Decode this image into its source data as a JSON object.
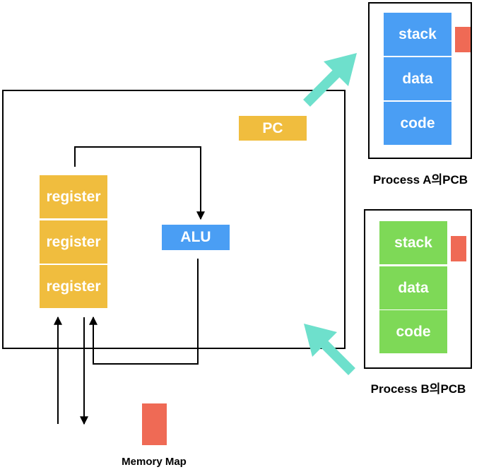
{
  "cpu": {
    "registers": [
      "register",
      "register",
      "register"
    ],
    "pc_label": "PC",
    "alu_label": "ALU"
  },
  "pcb_a": {
    "segments": [
      "stack",
      "data",
      "code"
    ],
    "caption": "Process A의PCB"
  },
  "pcb_b": {
    "segments": [
      "stack",
      "data",
      "code"
    ],
    "caption": "Process B의PCB"
  },
  "memory": {
    "caption": "Memory Map"
  },
  "colors": {
    "register": "#f0bd3e",
    "alu": "#4a9ef4",
    "pcb_a_segment": "#4a9ef4",
    "pcb_b_segment": "#7ed957",
    "pointer": "#ef6a55",
    "transfer_arrow": "#6ee0cc"
  }
}
